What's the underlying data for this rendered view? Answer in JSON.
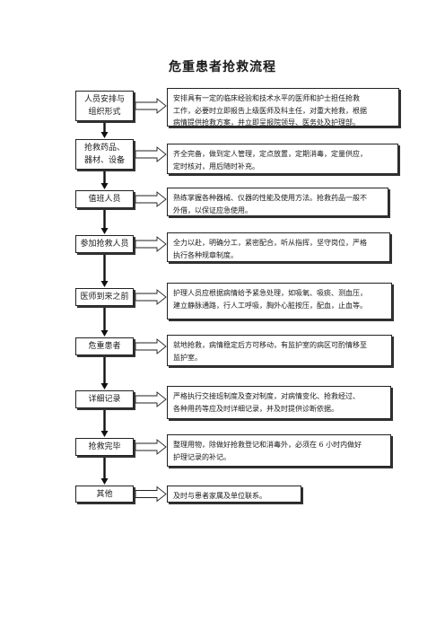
{
  "title": "危重患者抢救流程",
  "steps": [
    {
      "label": "人员安排与\n组织形式",
      "desc": "安排具有一定的临床经验和技术水平的医师和护士担任抢救\n工作，必要时立即报告上级医师及科主任，对重大抢救，根据\n病情提供抢救方案，并立即呈报院领导、医务处及护理部。"
    },
    {
      "label": "抢救药品、\n器材、设备",
      "desc": "齐全完备，做到定人管理，定点放置，定期消毒，定量供应，\n定时核对，用后随时补充。"
    },
    {
      "label": "值班人员",
      "desc": "熟练掌握各种器械、仪器的性能及使用方法。抢救药品一般不\n外借，以保证应急使用。"
    },
    {
      "label": "参加抢救人员",
      "desc": "全力以赴，明确分工，紧密配合，听从指挥，坚守岗位，严格\n执行各种规章制度。"
    },
    {
      "label": "医师到来之前",
      "desc": "护理人员应根据病情给予紧急处理，如吸氧、吸痰、测血压，\n建立静脉通路，行人工呼吸，胸外心脏按压，配血，止血等。"
    },
    {
      "label": "危重患者",
      "desc": "就地抢救，病情稳定后方可移动，有监护室的病区可酌情移至\n监护室。"
    },
    {
      "label": "详细记录",
      "desc": "严格执行交接班制度及查对制度，对病情变化、抢救经过、\n各种用药等应及时详细记录，并及时提供诊断依据。"
    },
    {
      "label": "抢救完毕",
      "desc": "整理用物，除做好抢救登记和消毒外，必须在 6 小时内做好\n护理记录的补记。"
    },
    {
      "label": "其他",
      "desc": "及时与患者家属及单位联系。"
    }
  ]
}
